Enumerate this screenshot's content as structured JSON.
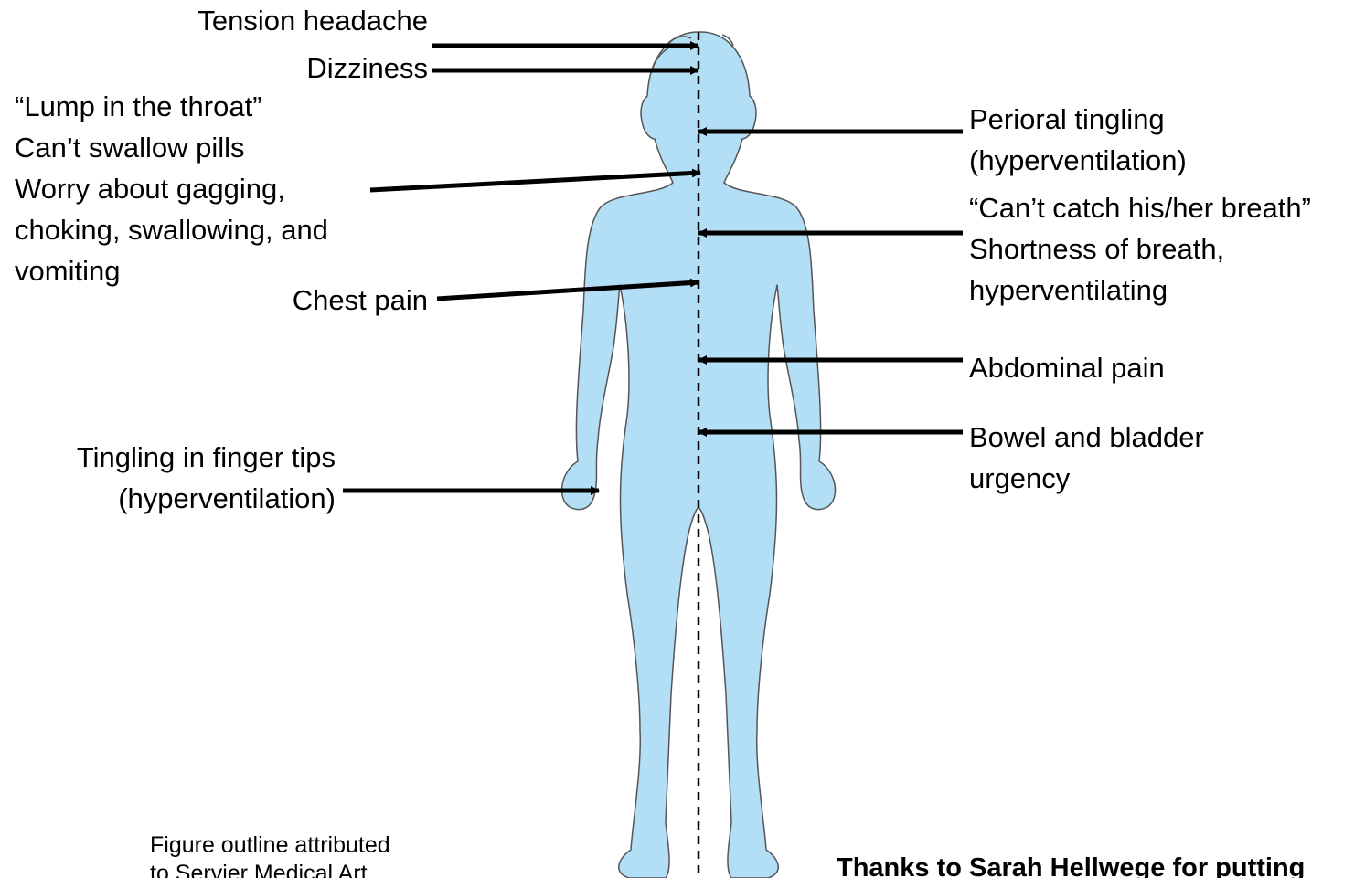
{
  "colors": {
    "body_fill": "#b3dff6",
    "body_outline": "#555555",
    "arrow": "#000000",
    "background": "#ffffff"
  },
  "labels": {
    "tension_headache": "Tension headache",
    "dizziness": "Dizziness",
    "throat_lines": [
      "“Lump in the throat”",
      "Can’t swallow pills",
      "Worry about gagging,",
      "choking, swallowing, and",
      "vomiting"
    ],
    "chest_pain": "Chest pain",
    "finger_lines": [
      "Tingling in finger tips",
      "(hyperventilation)"
    ],
    "perioral_lines": [
      "Perioral tingling",
      "(hyperventilation)"
    ],
    "breath_lines": [
      "“Can’t catch his/her breath”",
      "Shortness of breath,",
      "hyperventilating"
    ],
    "abdominal_pain": "Abdominal pain",
    "bowel_lines": [
      "Bowel and bladder",
      "urgency"
    ]
  },
  "attribution": [
    "Figure outline attributed",
    "to Servier Medical Art"
  ],
  "thanks": "Thanks to Sarah Hellwege for putting"
}
